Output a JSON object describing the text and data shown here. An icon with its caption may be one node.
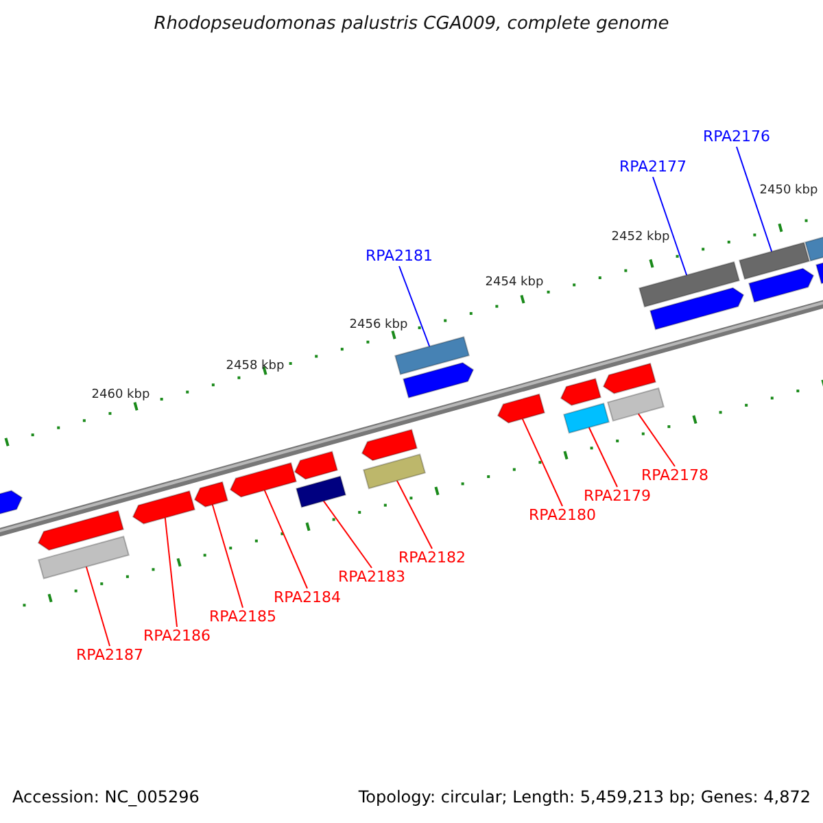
{
  "diagram": {
    "title": "Rhodopseudomonas palustris CGA009, complete genome",
    "nodes": [
      {
        "text": [
          "RPA2176"
        ]
      },
      {
        "text": [
          "RPA2177"
        ]
      },
      {
        "text": [
          "RPA2181"
        ]
      },
      {
        "text": [
          "RPA2178"
        ]
      },
      {
        "text": [
          "RPA2179"
        ]
      },
      {
        "text": [
          "RPA2180"
        ]
      },
      {
        "text": [
          "RPA2182"
        ]
      },
      {
        "text": [
          "RPA2183"
        ]
      },
      {
        "text": [
          "RPA2184"
        ]
      },
      {
        "text": [
          "RPA2185"
        ]
      },
      {
        "text": [
          "RPA2186"
        ]
      },
      {
        "text": [
          "RPA2187"
        ]
      },
      {
        "text": [],
        "shape": "arrow"
      },
      {
        "text": [],
        "shape": "arrow"
      },
      {
        "text": [],
        "shape": "bar"
      },
      {
        "text": [],
        "shape": "arrow"
      },
      {
        "text": [],
        "shape": "arrow"
      },
      {
        "text": [],
        "shape": "arrow"
      },
      {
        "text": [],
        "shape": "arrow"
      },
      {
        "text": [],
        "shape": "bar"
      },
      {
        "text": [],
        "shape": "arrow"
      },
      {
        "text": [],
        "shape": "bar"
      },
      {
        "text": [],
        "shape": "bar"
      },
      {
        "text": [],
        "shape": "arrow"
      },
      {
        "text": [],
        "shape": "arrow"
      },
      {
        "text": [],
        "shape": "arrow"
      },
      {
        "text": [],
        "shape": "bar"
      },
      {
        "text": [],
        "shape": "arrow"
      },
      {
        "text": [],
        "shape": "bar"
      },
      {
        "text": [],
        "shape": "bar"
      },
      {
        "text": [],
        "shape": "arrow"
      },
      {
        "text": [],
        "shape": "bar"
      },
      {
        "text": [],
        "shape": "arrow"
      },
      {
        "text": [],
        "shape": "bar"
      },
      {
        "text": [],
        "shape": "arrow"
      }
    ],
    "edges": [
      {
        "from": 0,
        "to": 31,
        "arrow": "none",
        "color": "#0000ff"
      },
      {
        "from": 1,
        "to": 29,
        "arrow": "none",
        "color": "#0000ff"
      },
      {
        "from": 2,
        "to": 22,
        "arrow": "none",
        "color": "#0000ff"
      },
      {
        "from": 3,
        "to": 28,
        "arrow": "none"
      },
      {
        "from": 4,
        "to": 26,
        "arrow": "none"
      },
      {
        "from": 5,
        "to": 24,
        "arrow": "none"
      },
      {
        "from": 6,
        "to": 21,
        "arrow": "none"
      },
      {
        "from": 7,
        "to": 19,
        "arrow": "none"
      },
      {
        "from": 8,
        "to": 17,
        "arrow": "none"
      },
      {
        "from": 9,
        "to": 16,
        "arrow": "none"
      },
      {
        "from": 10,
        "to": 15,
        "arrow": "none"
      },
      {
        "from": 11,
        "to": 14,
        "arrow": "none"
      }
    ],
    "labels": [
      "2450 kbp",
      "2452 kbp",
      "2454 kbp",
      "2456 kbp",
      "2458 kbp",
      "2460 kbp",
      "Accession: NC_005296",
      "Topology: circular; Length: 5,459,213 bp; Genes: 4,872"
    ]
  }
}
